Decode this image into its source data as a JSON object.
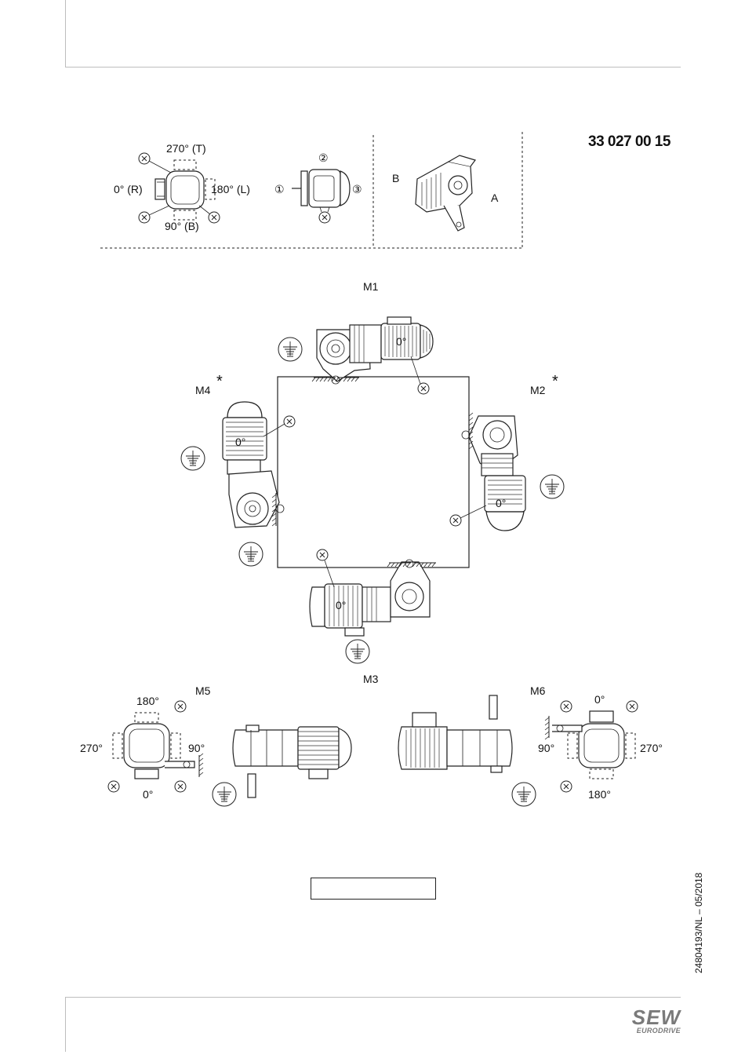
{
  "document": {
    "code": "33 027 00 15",
    "doc_ref": "24804193/NL – 05/2018",
    "logo_text": "SEW",
    "logo_subtext": "EURODRIVE"
  },
  "legend": {
    "angle_top": "270° (T)",
    "angle_left": "0° (R)",
    "angle_right": "180° (L)",
    "angle_bottom": "90° (B)",
    "side_1": "①",
    "side_2": "②",
    "side_3": "③",
    "side_a": "A",
    "side_b": "B",
    "x_marker": "X"
  },
  "positions": {
    "m1": "M1",
    "m2": "M2",
    "m3": "M3",
    "m4": "M4",
    "m5": "M5",
    "m6": "M6",
    "asterisk": "*",
    "terminal_box_angle": "0°"
  },
  "m5_angles": {
    "top": "180°",
    "left": "270°",
    "right": "90°",
    "bottom": "0°"
  },
  "m6_angles": {
    "top": "0°",
    "left": "90°",
    "right": "270°",
    "bottom": "180°"
  }
}
